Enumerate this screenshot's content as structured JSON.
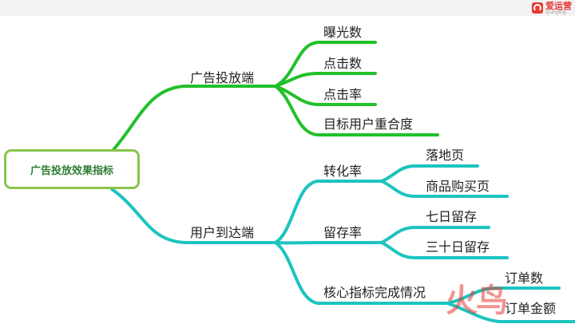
{
  "colors": {
    "green_branch": "#22c02a",
    "teal_branch": "#1cc4bf",
    "root_border": "#8bc34a",
    "root_text": "#2e7d32",
    "brand": "#e53935"
  },
  "logo": {
    "icon": "brand-logo-icon",
    "text": "爱运营",
    "sub": "iyunying"
  },
  "watermark": "火鸟",
  "root": "广告投放效果指标",
  "branches": [
    {
      "label": "广告投放端",
      "children": [
        "曝光数",
        "点击数",
        "点击率",
        "目标用户重合度"
      ]
    },
    {
      "label": "用户到达端",
      "children": [
        {
          "label": "转化率",
          "children": [
            "落地页",
            "商品购买页"
          ]
        },
        {
          "label": "留存率",
          "children": [
            "七日留存",
            "三十日留存"
          ]
        },
        {
          "label": "核心指标完成情况",
          "children": [
            "订单数",
            "订单金额"
          ]
        }
      ]
    }
  ]
}
